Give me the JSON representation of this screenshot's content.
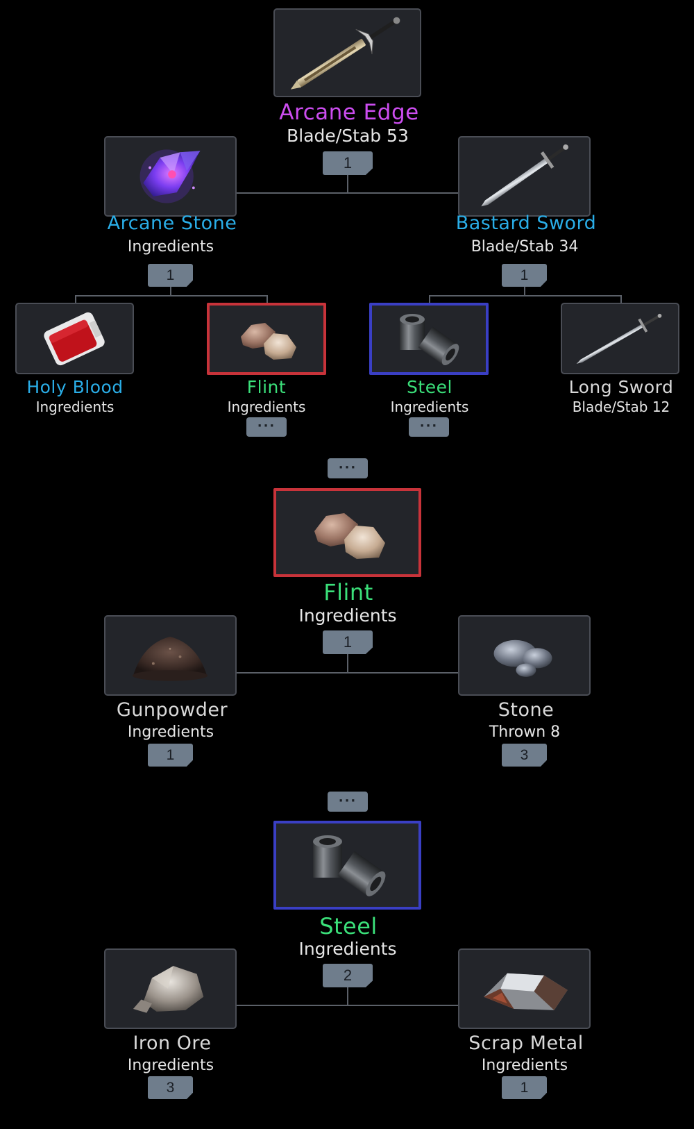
{
  "recipe_tree": {
    "root": {
      "name": "Arcane Edge",
      "sub": "Blade/Stab 53",
      "qty": "1",
      "icon": "sword-ornate-icon",
      "color": "#cc4df0"
    },
    "left": {
      "name": "Arcane Stone",
      "sub": "Ingredients",
      "qty": "1",
      "icon": "crystal-icon",
      "color": "#2aaee8"
    },
    "right": {
      "name": "Bastard Sword",
      "sub": "Blade/Stab 34",
      "qty": "1",
      "icon": "sword-icon",
      "color": "#2aaee8"
    },
    "leaves": [
      {
        "name": "Holy Blood",
        "sub": "Ingredients",
        "icon": "blood-pack-icon",
        "color": "#2aaee8"
      },
      {
        "name": "Flint",
        "sub": "Ingredients",
        "icon": "flint-icon",
        "color": "#3be07a",
        "more": "···"
      },
      {
        "name": "Steel",
        "sub": "Ingredients",
        "icon": "steel-icon",
        "color": "#3be07a",
        "more": "···"
      },
      {
        "name": "Long Sword",
        "sub": "Blade/Stab 12",
        "icon": "long-sword-icon",
        "color": "#d9d9d9"
      }
    ]
  },
  "flint_section": {
    "more": "···",
    "root": {
      "name": "Flint",
      "sub": "Ingredients",
      "qty": "1",
      "icon": "flint-icon",
      "color": "#3be07a"
    },
    "left": {
      "name": "Gunpowder",
      "sub": "Ingredients",
      "qty": "1",
      "icon": "gunpowder-icon"
    },
    "right": {
      "name": "Stone",
      "sub": "Thrown 8",
      "qty": "3",
      "icon": "stone-icon"
    }
  },
  "steel_section": {
    "more": "···",
    "root": {
      "name": "Steel",
      "sub": "Ingredients",
      "qty": "2",
      "icon": "steel-icon",
      "color": "#3be07a"
    },
    "left": {
      "name": "Iron Ore",
      "sub": "Ingredients",
      "qty": "3",
      "icon": "iron-ore-icon"
    },
    "right": {
      "name": "Scrap Metal",
      "sub": "Ingredients",
      "qty": "1",
      "icon": "scrap-metal-icon"
    }
  }
}
